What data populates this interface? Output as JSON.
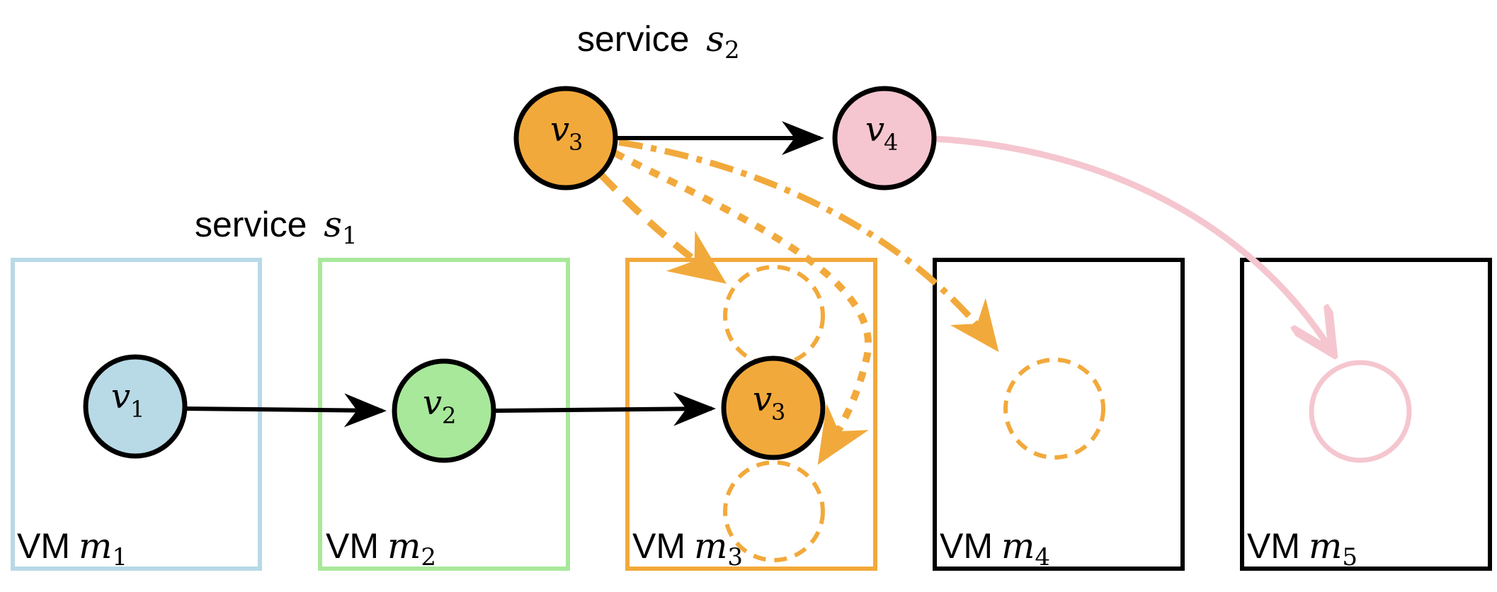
{
  "services": {
    "s1": {
      "word": "service",
      "var": "s",
      "sub": "1"
    },
    "s2": {
      "word": "service",
      "var": "s",
      "sub": "2"
    }
  },
  "vms": [
    {
      "prefix": "VM",
      "var": "m",
      "sub": "1",
      "color": "#b8d9e6"
    },
    {
      "prefix": "VM",
      "var": "m",
      "sub": "2",
      "color": "#a8e89a"
    },
    {
      "prefix": "VM",
      "var": "m",
      "sub": "3",
      "color": "#f2a93b"
    },
    {
      "prefix": "VM",
      "var": "m",
      "sub": "4",
      "color": "#000000"
    },
    {
      "prefix": "VM",
      "var": "m",
      "sub": "5",
      "color": "#000000"
    }
  ],
  "nodes": {
    "v1": {
      "var": "v",
      "sub": "1",
      "color": "#b8d9e6"
    },
    "v2": {
      "var": "v",
      "sub": "2",
      "color": "#a8e89a"
    },
    "v3_placed": {
      "var": "v",
      "sub": "3",
      "color": "#f2a93b"
    },
    "v3_top": {
      "var": "v",
      "sub": "3",
      "color": "#f2a93b"
    },
    "v4_top": {
      "var": "v",
      "sub": "4",
      "color": "#f5c6cf"
    }
  },
  "colors": {
    "orange": "#f2a93b",
    "pink": "#f5c6cf",
    "black": "#000000"
  }
}
